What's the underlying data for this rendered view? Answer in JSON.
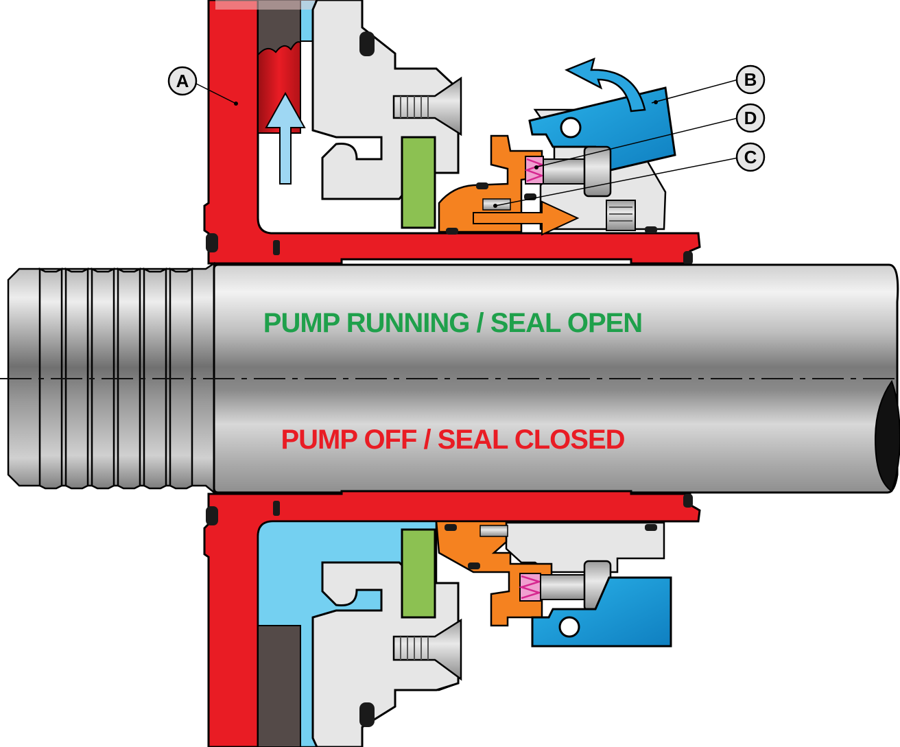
{
  "callouts": {
    "a": "A",
    "b": "B",
    "c": "C",
    "d": "D"
  },
  "status": {
    "running": "PUMP RUNNING / SEAL OPEN",
    "off": "PUMP OFF / SEAL CLOSED"
  },
  "colors": {
    "housing_red": "#e91c24",
    "lever_blue": "#1ba9e1",
    "fluid_blue": "#74d0f1",
    "piston_orange": "#f58220",
    "face_green": "#8cc152",
    "spring_magenta": "#d6268f",
    "stationary_gray": "#e6e6e6",
    "dark_brown": "#544a48",
    "running_green": "#1fa04b",
    "off_red": "#e91c24",
    "arrow_blue": "#2aa6e0",
    "arrow_orange": "#f58220"
  },
  "icons": {
    "flow_arrow": "up-arrow-icon",
    "lever_rotation": "curved-arrow-icon",
    "piston_motion": "right-arrow-icon"
  }
}
